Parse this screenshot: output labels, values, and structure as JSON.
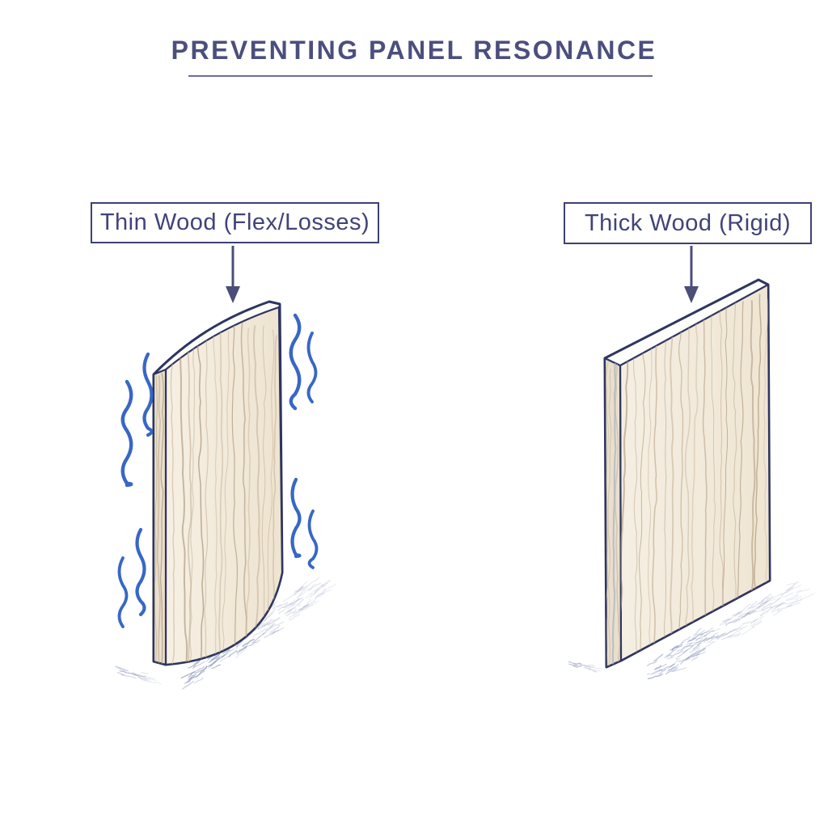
{
  "title": {
    "text": "PREVENTING PANEL RESONANCE"
  },
  "diagram": {
    "left": {
      "label": "Thin Wood (Flex/Losses)"
    },
    "right": {
      "label": "Thick Wood (Rigid)"
    }
  },
  "colors": {
    "background": "#ffffff",
    "title_ink": "#4b4f7d",
    "title_underline": "#696d95",
    "label_ink": "#3f4478",
    "label_border": "#3c4173",
    "arrow": "#4a4e78",
    "outline_navy": "#2e3560",
    "vibration_blue": "#2d5fc2",
    "wood_base": "#f2ebdd",
    "wood_grain": "#c0ab90",
    "shadow_hatch": "#8791b8"
  }
}
